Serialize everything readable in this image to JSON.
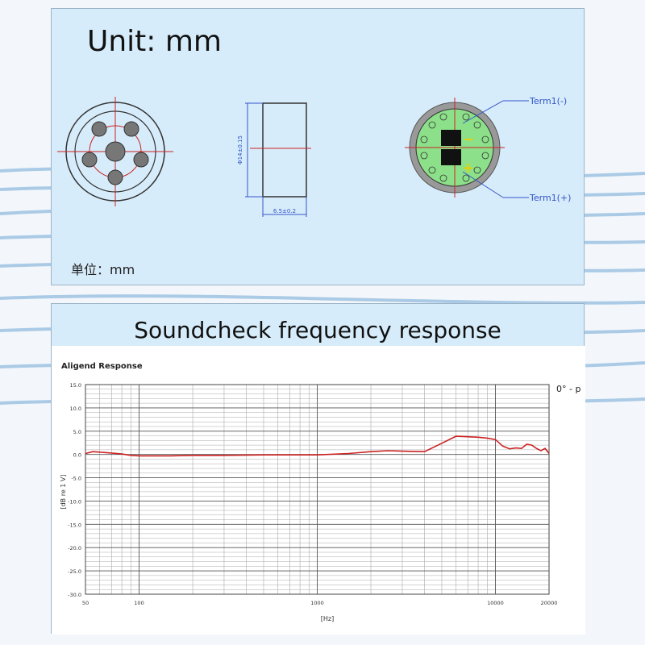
{
  "dimensions_panel": {
    "title": "Unit: mm",
    "unit_note": "单位：mm",
    "side_view": {
      "height_label": "Φ14±0.15",
      "depth_label": "6.5±0.2"
    },
    "terminals": {
      "neg_label": "Term1(-)",
      "pos_label": "Term1(+)",
      "minus_sign": "−",
      "plus_sign": "+"
    }
  },
  "response_panel": {
    "title": "Soundcheck frequency response"
  },
  "chart_data": {
    "type": "line",
    "title": "Aligend Response",
    "xlabel": "[Hz]",
    "ylabel": "[dB re 1 V]",
    "x_scale": "log",
    "xlim": [
      50,
      20000
    ],
    "ylim": [
      -30,
      15
    ],
    "grid": true,
    "angle_label": "0° - p",
    "x_tick_labels": [
      "50",
      "100",
      "1000",
      "10000",
      "20000"
    ],
    "x_ticks": [
      50,
      100,
      1000,
      10000,
      20000
    ],
    "y_ticks": [
      15,
      10,
      5,
      0,
      -5,
      -10,
      -15,
      -20,
      -25,
      -30
    ],
    "y_tick_labels": [
      "15.0",
      "10.0",
      "5.0",
      "0.0",
      "-5.0",
      "-10.0",
      "-15.0",
      "-20.0",
      "-25.0",
      "-30.0"
    ],
    "series_color": "#cc2222",
    "series": [
      {
        "x": [
          50,
          55,
          60,
          70,
          80,
          90,
          100,
          150,
          200,
          300,
          500,
          800,
          1000,
          1500,
          2000,
          2500,
          3000,
          4000,
          5000,
          6000,
          7000,
          8000,
          9000,
          10000,
          11000,
          12000,
          13000,
          14000,
          15000,
          16000,
          17000,
          18000,
          19000,
          20000
        ],
        "y": [
          0.2,
          0.6,
          0.5,
          0.3,
          0.1,
          -0.2,
          -0.3,
          -0.3,
          -0.2,
          -0.2,
          -0.1,
          -0.1,
          -0.1,
          0.2,
          0.6,
          0.8,
          0.7,
          0.6,
          2.4,
          3.9,
          3.8,
          3.7,
          3.5,
          3.2,
          1.8,
          1.2,
          1.4,
          1.3,
          2.2,
          2.0,
          1.3,
          0.8,
          1.3,
          0.2
        ]
      }
    ]
  }
}
